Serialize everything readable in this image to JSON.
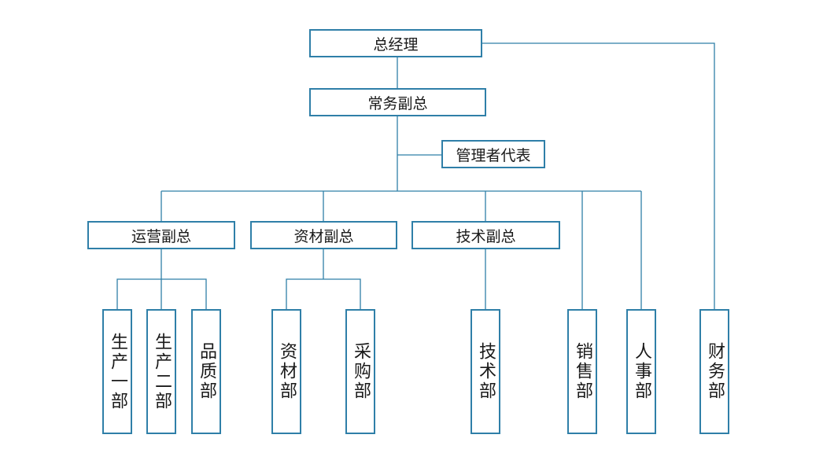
{
  "org_chart": {
    "line_color": "#2f7fa8",
    "nodes": {
      "gm": "总经理",
      "evp": "常务副总",
      "mgmt_rep": "管理者代表",
      "ops_vp": "运营副总",
      "materials_vp": "资材副总",
      "tech_vp": "技术副总",
      "prod1": "生产一部",
      "prod2": "生产二部",
      "quality": "品质部",
      "materials": "资材部",
      "purchasing": "采购部",
      "tech": "技术部",
      "sales": "销售部",
      "hr": "人事部",
      "finance": "财务部"
    },
    "edges": [
      [
        "gm",
        "evp"
      ],
      [
        "gm",
        "finance"
      ],
      [
        "evp",
        "mgmt_rep"
      ],
      [
        "evp",
        "ops_vp"
      ],
      [
        "evp",
        "materials_vp"
      ],
      [
        "evp",
        "tech_vp"
      ],
      [
        "evp",
        "sales"
      ],
      [
        "evp",
        "hr"
      ],
      [
        "ops_vp",
        "prod1"
      ],
      [
        "ops_vp",
        "prod2"
      ],
      [
        "ops_vp",
        "quality"
      ],
      [
        "materials_vp",
        "materials"
      ],
      [
        "materials_vp",
        "purchasing"
      ],
      [
        "tech_vp",
        "tech"
      ]
    ]
  }
}
